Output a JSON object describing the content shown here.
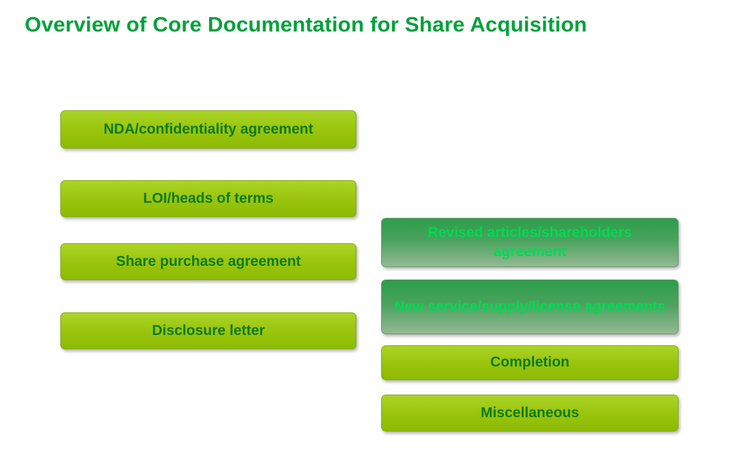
{
  "slide": {
    "title": "Overview of Core Documentation for Share Acquisition"
  },
  "colors": {
    "title_green": "#00a13b",
    "light_box_fill_top": "#aad527",
    "light_box_fill_bottom": "#8cba02",
    "light_box_text": "#0e7a1e",
    "dark_box_fill_top": "#2c9e4a",
    "dark_box_fill_bottom": "#95b894",
    "dark_box_text": "#00d955",
    "background": "#ffffff"
  },
  "left_boxes": [
    {
      "label": "NDA/confidentiality agreement",
      "variant": "light"
    },
    {
      "label": "LOI/heads of terms",
      "variant": "light"
    },
    {
      "label": "Share purchase agreement",
      "variant": "light"
    },
    {
      "label": "Disclosure letter",
      "variant": "light"
    }
  ],
  "right_boxes": [
    {
      "label": "Revised articles/shareholders agreement",
      "variant": "dark"
    },
    {
      "label": "New service/supply/license agreements",
      "variant": "dark"
    },
    {
      "label": "Completion",
      "variant": "light"
    },
    {
      "label": "Miscellaneous",
      "variant": "light"
    }
  ]
}
